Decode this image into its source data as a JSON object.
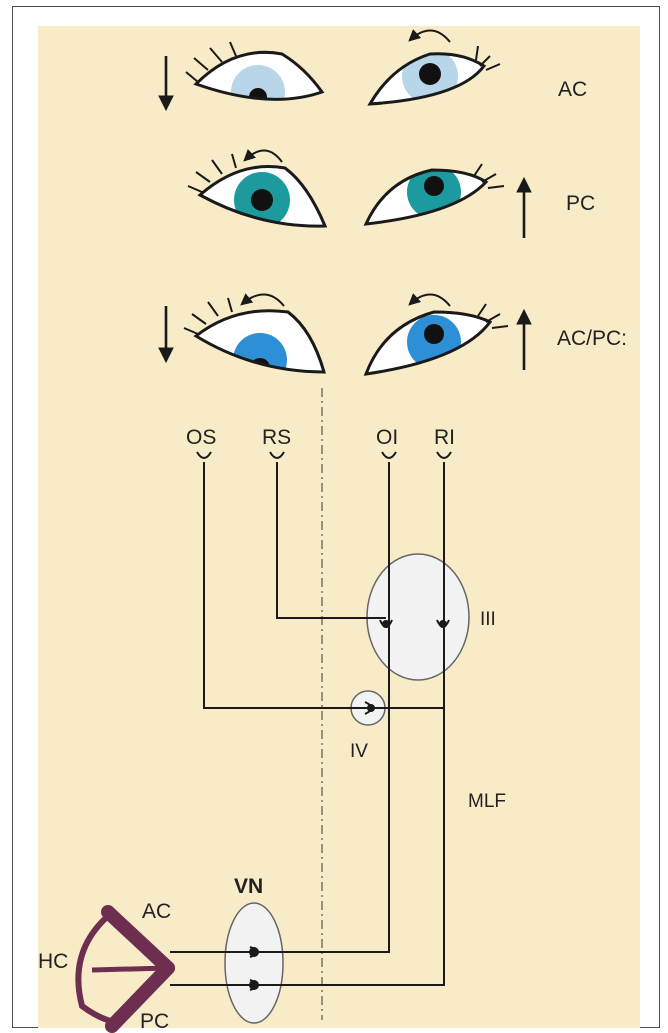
{
  "labels": {
    "row1_canal": "AC",
    "row2_canal": "PC",
    "row3_canal": "AC/PC:",
    "os": "OS",
    "rs": "RS",
    "oi": "OI",
    "ri": "RI",
    "nucleus_iii": "III",
    "nucleus_iv": "IV",
    "mlf": "MLF",
    "vn": "VN",
    "hc": "HC",
    "ac_canal": "AC",
    "pc_canal": "PC"
  },
  "colors": {
    "background": "#f8ebc8",
    "line": "#1a1a1a",
    "canal": "#6e2e4f",
    "iris_pale": "#b8d6ea",
    "iris_teal": "#1c9a9e",
    "iris_blue": "#2d8fd5",
    "nucleus_fill": "#f2f2f2"
  },
  "icons": [
    "eye-icon",
    "rotation-arrow-icon",
    "down-arrow-icon",
    "up-arrow-icon",
    "synapse-icon"
  ]
}
